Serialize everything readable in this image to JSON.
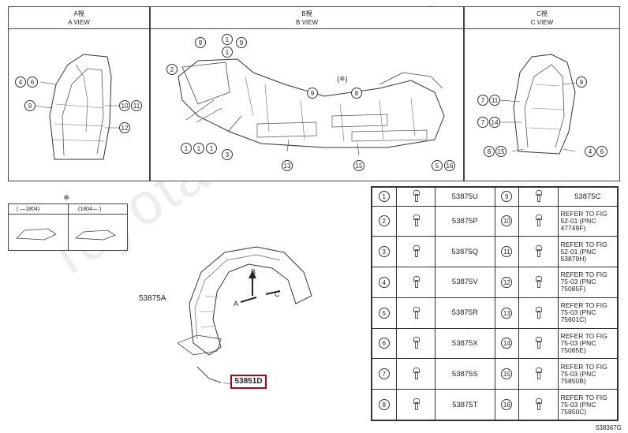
{
  "views": {
    "a": {
      "title_jp": "A視",
      "title_en": "A VIEW"
    },
    "b": {
      "title_jp": "B視",
      "title_en": "B VIEW"
    },
    "c": {
      "title_jp": "C視",
      "title_en": "C VIEW"
    }
  },
  "callouts": {
    "a": [
      "4",
      "6",
      "9",
      "10",
      "11",
      "12"
    ],
    "b": [
      "9",
      "1",
      "1",
      "9",
      "2",
      "9",
      "8",
      "1",
      "1",
      "1",
      "3",
      "13",
      "15",
      "5",
      "16"
    ],
    "c": [
      "9",
      "7",
      "11",
      "7",
      "14",
      "8",
      "15",
      "4",
      "6"
    ]
  },
  "note": {
    "mark": "※",
    "b_mark": "(※)",
    "col1": "( ―1804)",
    "col2": "(1804― )"
  },
  "main": {
    "label_a": "53875A",
    "label_d": "53851D",
    "arrow_a": "A",
    "arrow_b": "B",
    "arrow_c": "C"
  },
  "legend": [
    {
      "n": "1",
      "pnc": "53875U",
      "n2": "9",
      "pnc2": "53875C"
    },
    {
      "n": "2",
      "pnc": "53875P",
      "n2": "10",
      "pnc2": "REFER TO FIG 52-01 (PNC 47749F)"
    },
    {
      "n": "3",
      "pnc": "53875Q",
      "n2": "11",
      "pnc2": "REFER TO FIG 52-01 (PNC 53879H)"
    },
    {
      "n": "4",
      "pnc": "53875V",
      "n2": "12",
      "pnc2": "REFER TO FIG 75-03 (PNC 75085F)"
    },
    {
      "n": "5",
      "pnc": "53875R",
      "n2": "13",
      "pnc2": "REFER TO FIG 75-03 (PNC 75601C)"
    },
    {
      "n": "6",
      "pnc": "53875X",
      "n2": "14",
      "pnc2": "REFER TO FIG 75-03 (PNC 75085E)"
    },
    {
      "n": "7",
      "pnc": "53875S",
      "n2": "15",
      "pnc2": "REFER TO FIG 75-03 (PNC 75850B)"
    },
    {
      "n": "8",
      "pnc": "53875T",
      "n2": "16",
      "pnc2": "REFER TO FIG 75-03 (PNC 75850C)"
    }
  ],
  "watermark": "ToyotaCarMax.ru",
  "catalog_no": "538367G"
}
